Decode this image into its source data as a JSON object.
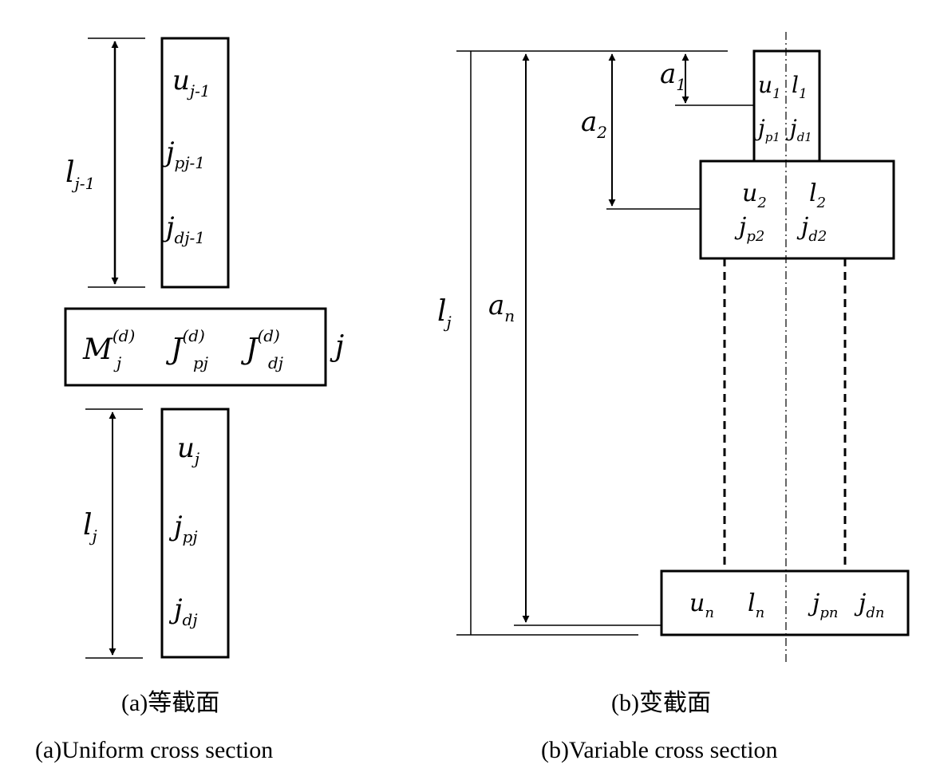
{
  "panel_a": {
    "upper_length": {
      "base": "l",
      "sub": "j-1"
    },
    "upper_labels": [
      {
        "base": "u",
        "sub": "j-1"
      },
      {
        "base": "j",
        "sub": "pj-1"
      },
      {
        "base": "j",
        "sub": "dj-1"
      }
    ],
    "disk_labels": [
      {
        "base": "M",
        "sup": "(d)",
        "sub": "j"
      },
      {
        "base": "J",
        "sup": "(d)",
        "sub": "pj"
      },
      {
        "base": "J",
        "sup": "(d)",
        "sub": "dj"
      }
    ],
    "disk_index": "j",
    "lower_length": {
      "base": "l",
      "sub": "j"
    },
    "lower_labels": [
      {
        "base": "u",
        "sub": "j"
      },
      {
        "base": "j",
        "sub": "pj"
      },
      {
        "base": "j",
        "sub": "dj"
      }
    ],
    "caption_cn": "(a)等截面",
    "caption_en": "(a)Uniform cross section"
  },
  "panel_b": {
    "total_length": {
      "base": "l",
      "sub": "j"
    },
    "offsets": [
      {
        "base": "a",
        "sub": "1"
      },
      {
        "base": "a",
        "sub": "2"
      },
      {
        "base": "a",
        "sub": "n"
      }
    ],
    "section1": [
      {
        "base": "u",
        "sub": "1"
      },
      {
        "base": "l",
        "sub": "1"
      },
      {
        "base": "j",
        "sub": "p1"
      },
      {
        "base": "j",
        "sub": "d1"
      }
    ],
    "section2": [
      {
        "base": "u",
        "sub": "2"
      },
      {
        "base": "l",
        "sub": "2"
      },
      {
        "base": "j",
        "sub": "p2"
      },
      {
        "base": "j",
        "sub": "d2"
      }
    ],
    "sectionn": [
      {
        "base": "u",
        "sub": "n"
      },
      {
        "base": "l",
        "sub": "n"
      },
      {
        "base": "j",
        "sub": "pn"
      },
      {
        "base": "j",
        "sub": "dn"
      }
    ],
    "caption_cn": "(b)变截面",
    "caption_en": "(b)Variable cross section"
  }
}
